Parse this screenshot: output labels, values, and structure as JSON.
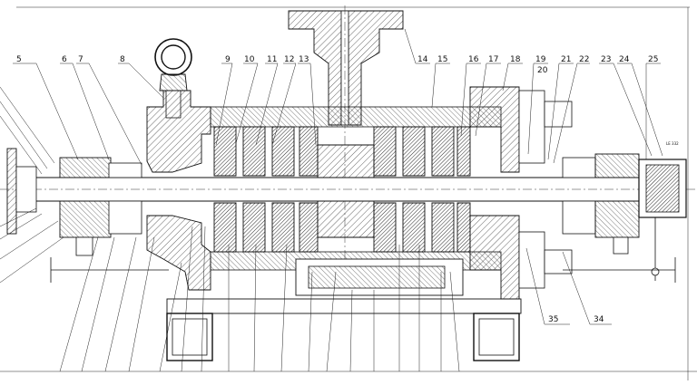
{
  "drawing": {
    "title": "",
    "part_labels_top": [
      "5",
      "6",
      "7",
      "8",
      "9",
      "10",
      "11",
      "12",
      "13",
      "14",
      "15",
      "16",
      "17",
      "18",
      "19",
      "20",
      "21",
      "22",
      "23",
      "24",
      "25"
    ],
    "part_labels_bottom": [
      "35",
      "34"
    ],
    "small_text": "LE 332",
    "colors": {
      "line": "#111111",
      "paper": "#ffffff",
      "hatch": "#222222"
    }
  }
}
